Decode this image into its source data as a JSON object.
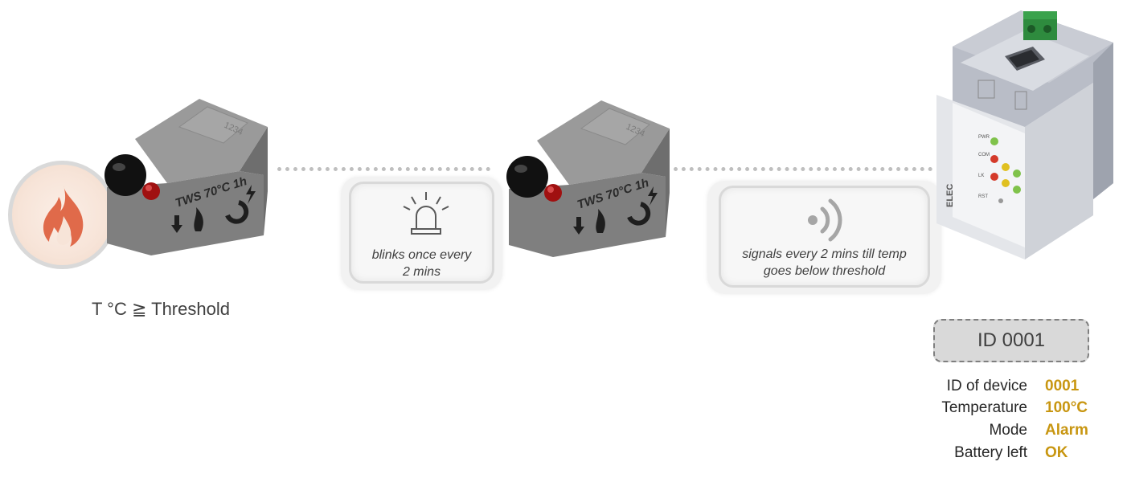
{
  "threshold": {
    "label": "T °C ≧ Threshold"
  },
  "sensor": {
    "label": "TWS 70°C 1h",
    "id_print": "1234"
  },
  "blink_box": {
    "text_line1": "blinks once every",
    "text_line2": "2 mins"
  },
  "signal_box": {
    "text_line1": "signals every 2 mins till temp",
    "text_line2": "goes below threshold"
  },
  "gateway": {
    "brand": "ELEC",
    "led_labels": [
      "PWR",
      "COM",
      "LK",
      "RST"
    ]
  },
  "id_badge": {
    "text": "ID 0001"
  },
  "info_rows": [
    {
      "label": "ID of device",
      "value": "0001"
    },
    {
      "label": "Temperature",
      "value": "100°C"
    },
    {
      "label": "Mode",
      "value": "Alarm"
    },
    {
      "label": "Battery left",
      "value": "OK"
    }
  ],
  "colors": {
    "accent_value": "#c89611",
    "fire": "#e06a4a",
    "sensor_body": "#8c8c8c",
    "dots": "#bfbfbf"
  }
}
